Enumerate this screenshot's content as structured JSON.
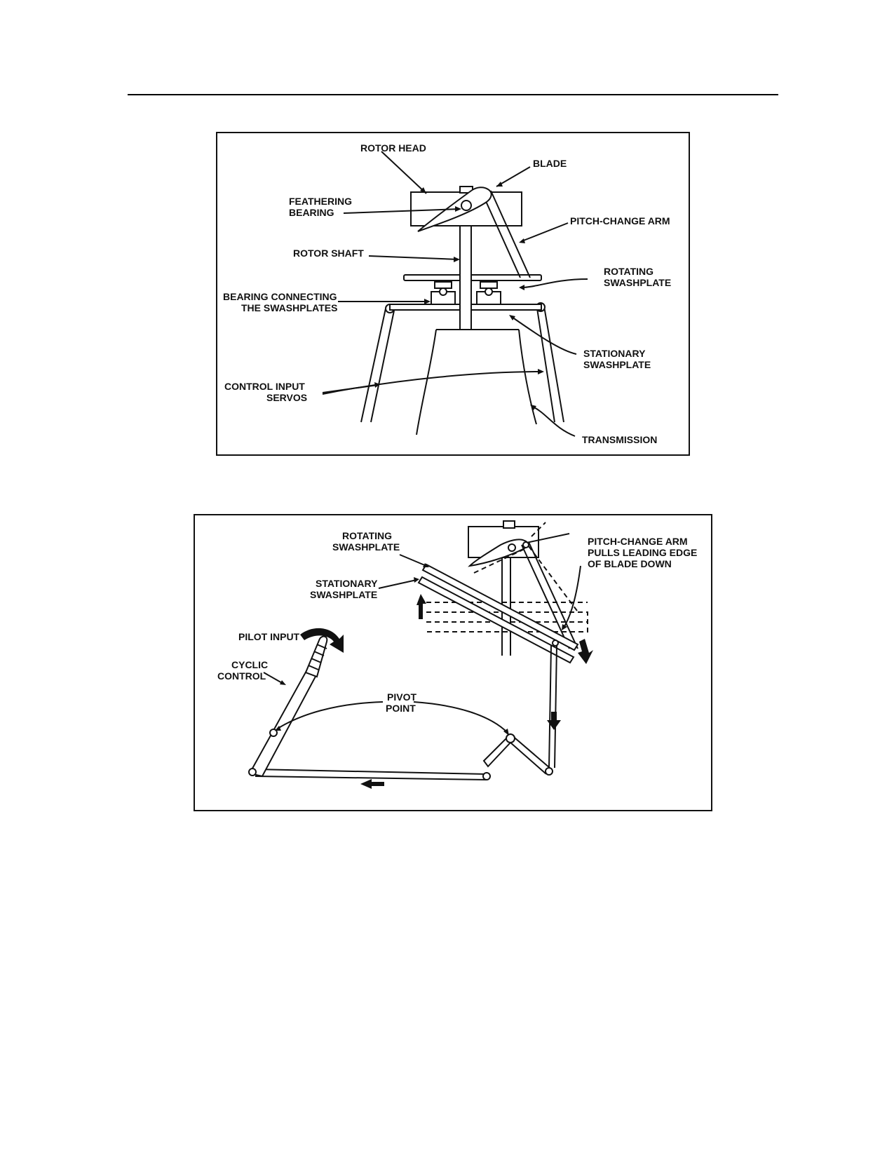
{
  "figure1": {
    "labels": {
      "rotor_head": "ROTOR HEAD",
      "blade": "BLADE",
      "feathering_1": "FEATHERING",
      "feathering_2": "BEARING",
      "pitch_change_arm": "PITCH-CHANGE ARM",
      "rotor_shaft": "ROTOR SHAFT",
      "rotating_1": "ROTATING",
      "rotating_2": "SWASHPLATE",
      "bearing_1": "BEARING CONNECTING",
      "bearing_2": "THE SWASHPLATES",
      "stationary_1": "STATIONARY",
      "stationary_2": "SWASHPLATE",
      "servos_1": "CONTROL INPUT",
      "servos_2": "SERVOS",
      "transmission": "TRANSMISSION"
    }
  },
  "figure2": {
    "labels": {
      "rotating_1": "ROTATING",
      "rotating_2": "SWASHPLATE",
      "stationary_1": "STATIONARY",
      "stationary_2": "SWASHPLATE",
      "pitch_1": "PITCH-CHANGE ARM",
      "pitch_2": "PULLS LEADING EDGE",
      "pitch_3": "OF BLADE DOWN",
      "pilot_input": "PILOT INPUT",
      "cyclic_1": "CYCLIC",
      "cyclic_2": "CONTROL",
      "pivot_1": "PIVOT",
      "pivot_2": "POINT"
    }
  }
}
